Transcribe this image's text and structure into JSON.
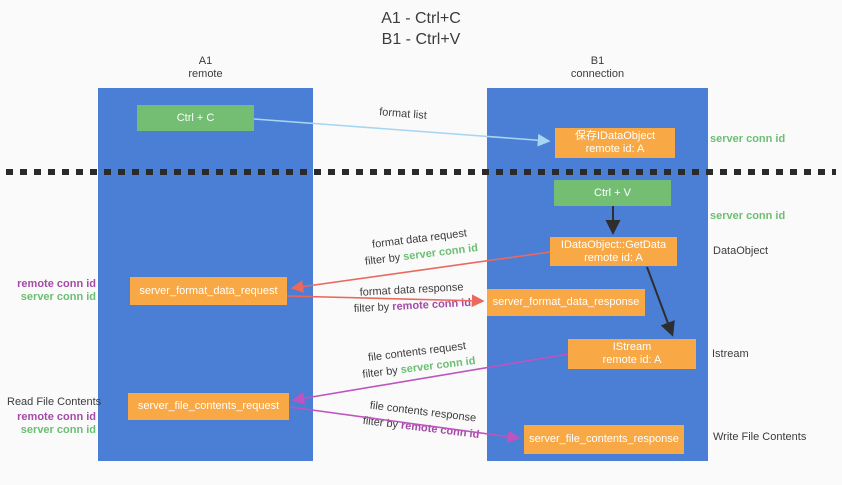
{
  "title": {
    "line1": "A1 - Ctrl+C",
    "line2": "B1 - Ctrl+V"
  },
  "columns": {
    "a": {
      "name": "A1",
      "subtitle": "remote"
    },
    "b": {
      "name": "B1",
      "subtitle": "connection"
    }
  },
  "boxes": {
    "ctrl_c": {
      "label": "Ctrl + C"
    },
    "save_dataobject": {
      "line1": "保存IDataObject",
      "line2": "remote id: A"
    },
    "ctrl_v": {
      "label": "Ctrl + V"
    },
    "getdata": {
      "line1": "IDataObject::GetData",
      "line2": "remote id: A"
    },
    "format_request": {
      "label": "server_format_data_request"
    },
    "format_response": {
      "label": "server_format_data_response"
    },
    "istream": {
      "line1": "IStream",
      "line2": "remote id: A"
    },
    "file_request": {
      "label": "server_file_contents_request"
    },
    "file_response": {
      "label": "server_file_contents_response"
    }
  },
  "side_labels": {
    "server_conn_id_top": "server conn id",
    "server_conn_id_mid": "server conn id",
    "dataobject": "DataObject",
    "istream": "Istream",
    "write_file": "Write File Contents",
    "read_file": "Read File Contents",
    "left1_remote": "remote conn id",
    "left1_server": "server conn id",
    "left2_remote": "remote conn id",
    "left2_server": "server conn id"
  },
  "annotations": {
    "format_list": "format list",
    "format_request": {
      "line1": "format data request",
      "filter_prefix": "filter by",
      "filter_id": "server conn id"
    },
    "format_response": {
      "line1": "format data response",
      "filter_prefix": "filter by",
      "filter_id": "remote conn id"
    },
    "file_request": {
      "line1": "file contents request",
      "filter_prefix": "filter by",
      "filter_id": "server conn id"
    },
    "file_response": {
      "line1": "file contents response",
      "filter_prefix": "filter by",
      "filter_id": "remote conn id"
    }
  },
  "colors": {
    "background": "#FAFAFA",
    "column_blue": "#4A7FD5",
    "box_green": "#74BE74",
    "box_orange": "#F8A845",
    "divider_black": "#2A2A2A",
    "arrow_light_blue": "#A7D6F2",
    "arrow_red": "#E9695F",
    "arrow_magenta": "#BE54BE",
    "arrow_black": "#2E2E2E",
    "label_green": "#6CBE72",
    "label_purple": "#A44BA8",
    "text_dark": "#3C3C3C"
  }
}
